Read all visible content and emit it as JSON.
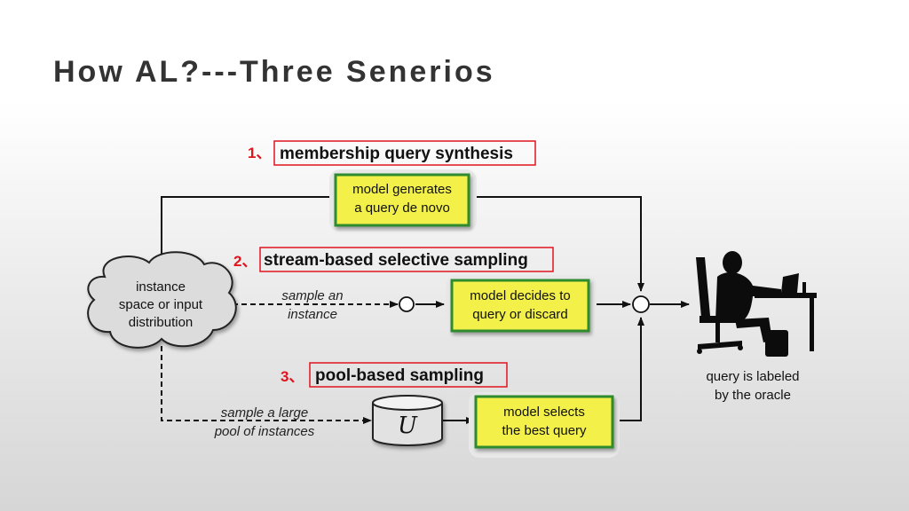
{
  "slide": {
    "title": "How AL?---Three Senerios"
  },
  "scenarios": [
    {
      "number": "1、",
      "title": "membership query synthesis",
      "box_line1": "model generates",
      "box_line2": "a query de novo"
    },
    {
      "number": "2、",
      "title": "stream-based selective sampling",
      "box_line1": "model decides to",
      "box_line2": "query or discard",
      "arrow_line1": "sample an",
      "arrow_line2": "instance"
    },
    {
      "number": "3、",
      "title": "pool-based sampling",
      "box_line1": "model selects",
      "box_line2": "the best query",
      "arrow_line1": "sample a large",
      "arrow_line2": "pool of instances",
      "pool_symbol": "U"
    }
  ],
  "cloud": {
    "line1": "instance",
    "line2": "space or input",
    "line3": "distribution"
  },
  "oracle": {
    "line1": "query is labeled",
    "line2": "by the oracle",
    "icon": "person-at-desk-icon"
  },
  "colors": {
    "box_fill": "#f3f14a",
    "box_border": "#2e8b2e",
    "highlight": "#e0141e"
  }
}
